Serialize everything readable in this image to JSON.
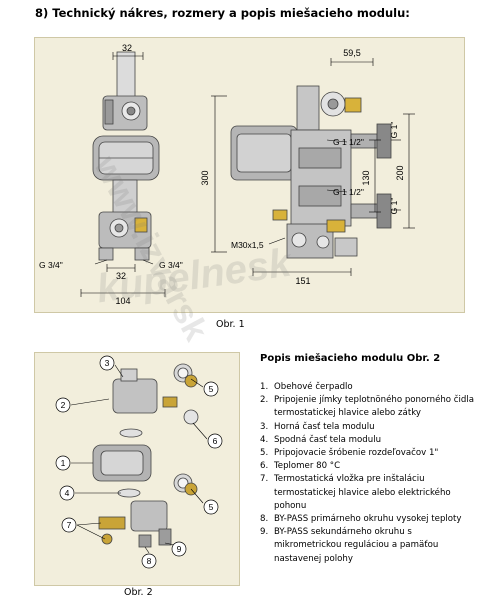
{
  "heading": "8) Technický nákres, rozmery a popis miešacieho modulu:",
  "figure1": {
    "caption": "Obr. 1",
    "dims": {
      "top_left": "32",
      "bottom_left": "32",
      "total_left": "104",
      "g34_left": "G 3/4\"",
      "g34_right": "G 3/4\"",
      "height_left": "300",
      "top_right": "59,5",
      "g1_top": "G 1\"",
      "g1_bottom": "G 1\"",
      "g112_top": "G 1 1/2\"",
      "g112_bottom": "G 1 1/2\"",
      "mid_130": "130",
      "right_200": "200",
      "m30": "M30x1,5",
      "bottom_right": "151"
    }
  },
  "figure2": {
    "caption": "Obr. 2",
    "callouts": [
      "1",
      "2",
      "3",
      "4",
      "5",
      "5",
      "6",
      "7",
      "8",
      "9"
    ]
  },
  "legend": {
    "title": "Popis miešacieho modulu Obr. 2",
    "items": [
      {
        "num": "1.",
        "text": "Obehové čerpadlo"
      },
      {
        "num": "2.",
        "text": "Pripojenie jímky teplotnӧného ponorného čidla termostatickej hlavice alebo zátky"
      },
      {
        "num": "3.",
        "text": "Horná časť tela modulu"
      },
      {
        "num": "4.",
        "text": "Spodná časť tela modulu"
      },
      {
        "num": "5.",
        "text": "Pripojovacie šróbenie rozdeľovačov 1\""
      },
      {
        "num": "6.",
        "text": "Teplomer 80 °C"
      },
      {
        "num": "7.",
        "text": "Termostatická vložka pre inštaláciu termostatickej hlavice alebo elektrického pohonu"
      },
      {
        "num": "8.",
        "text": "BY-PASS primárneho okruhu vysokej teploty"
      },
      {
        "num": "9.",
        "text": "BY-PASS sekundárneho okruhu s mikrometrickou reguláciou a pamäťou nastavenej polohy"
      }
    ]
  },
  "watermark": {
    "line1": "www.izvarsk",
    "line2": "kupelnesk"
  }
}
